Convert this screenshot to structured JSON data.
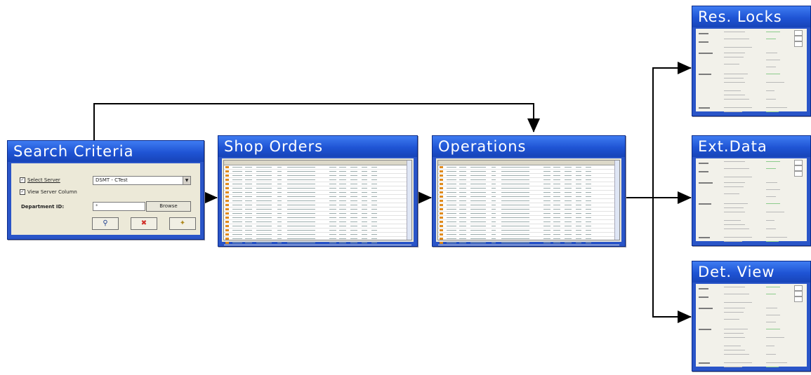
{
  "windows": {
    "search": {
      "title": "Search Criteria",
      "select_server_label": "Select Server",
      "server_value": "DSMT - CTest",
      "view_server_column_label": "View Server Column",
      "department_label": "Department ID:",
      "department_value": "*",
      "browse_label": "Browse",
      "search_icon": "magnifier-icon",
      "clear_icon": "red-x-icon",
      "settings_icon": "wrench-icon"
    },
    "shop_orders": {
      "title": "Shop Orders"
    },
    "operations": {
      "title": "Operations"
    },
    "res_locks": {
      "title": "Res. Locks"
    },
    "ext_data": {
      "title": "Ext.Data"
    },
    "det_view": {
      "title": "Det. View"
    }
  },
  "colors": {
    "title_bar": "#2a55c8",
    "window_body": "#ece9d8",
    "arrow": "#000000"
  }
}
